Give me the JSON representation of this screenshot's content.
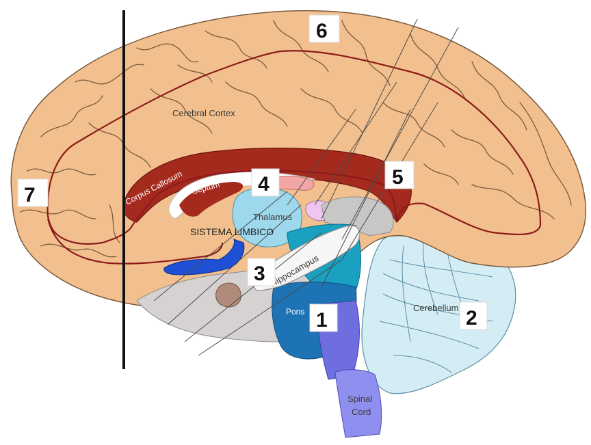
{
  "labels": {
    "cerebral_cortex": "Cerebral Cortex",
    "corpus_callosum": "Corpus Callosum",
    "septum": "Septum",
    "thalamus": "Thalamus",
    "hippocampus": "Hippocampus",
    "pons": "Pons",
    "cerebellum": "Cerebellum",
    "spinal_cord_line1": "Spinal",
    "spinal_cord_line2": "Cord",
    "sistema_limbico": "SISTEMA LIMBICO"
  },
  "markers": [
    {
      "id": "1",
      "text": "1"
    },
    {
      "id": "2",
      "text": "2"
    },
    {
      "id": "3",
      "text": "3"
    },
    {
      "id": "4",
      "text": "4"
    },
    {
      "id": "5",
      "text": "5"
    },
    {
      "id": "6",
      "text": "6"
    },
    {
      "id": "7",
      "text": "7"
    }
  ],
  "colors": {
    "cortex": "#f2c08e",
    "corpus_callosum": "#a52a1e",
    "limbic_outline": "#8b1a1a",
    "cerebellum": "#d4ecf4",
    "pons": "#1e73b4",
    "spinal_cord": "#8f8ff0",
    "thalamus": "#9ed8ec",
    "brainstem_upper": "#1aa0c0"
  }
}
